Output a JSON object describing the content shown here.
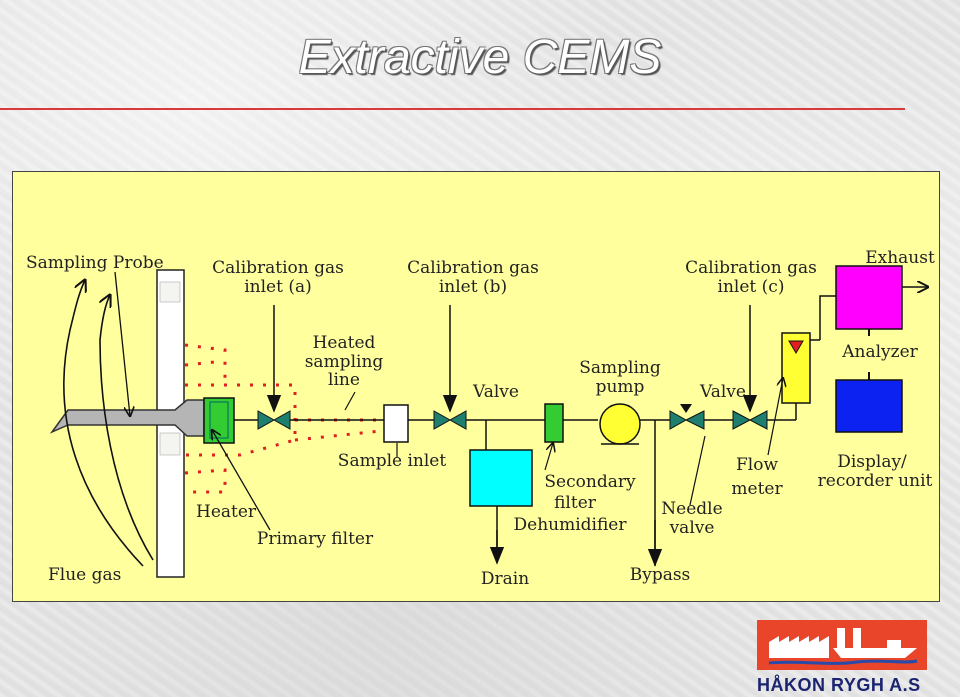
{
  "title": "Extractive CEMS",
  "labels": {
    "sampling_probe": "Sampling Probe",
    "cal_a_1": "Calibration gas",
    "cal_a_2": "inlet (a)",
    "cal_b_1": "Calibration gas",
    "cal_b_2": "inlet (b)",
    "cal_c_1": "Calibration gas",
    "cal_c_2": "inlet (c)",
    "exhaust": "Exhaust",
    "heated_1": "Heated",
    "heated_2": "sampling",
    "heated_3": "line",
    "valve_1": "Valve",
    "valve_2": "Valve",
    "sampling_pump_1": "Sampling",
    "sampling_pump_2": "pump",
    "analyzer": "Analyzer",
    "sample_inlet": "Sample inlet",
    "flow_meter_1": "Flow",
    "flow_meter_2": "meter",
    "display_1": "Display/",
    "display_2": "recorder unit",
    "secondary_filter_1": "Secondary",
    "secondary_filter_2": "filter",
    "dehumidifier": "Dehumidifier",
    "needle_valve_1": "Needle",
    "needle_valve_2": "valve",
    "heater": "Heater",
    "primary_filter": "Primary filter",
    "flue_gas": "Flue gas",
    "drain": "Drain",
    "bypass": "Bypass"
  },
  "colors": {
    "panel": "#ffff9e",
    "heater": "#33cc33",
    "dehumidifier": "#00ffff",
    "pump": "#ffff33",
    "analyzer": "#ff00ff",
    "display": "#0b22f0",
    "valve": "#1f7f6f",
    "dashed_line": "#e02020"
  },
  "logo_text": "HÅKON RYGH A.S"
}
